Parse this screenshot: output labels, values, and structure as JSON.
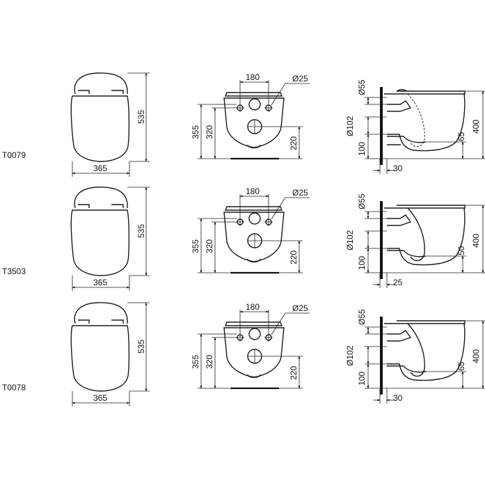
{
  "rows": [
    {
      "code": "T0079",
      "top_view": {
        "width": "365",
        "depth": "535"
      },
      "front_view": {
        "spacing": "180",
        "hole_diameter": "Ø25",
        "height_total": "355",
        "height_mid": "320",
        "height_outlet": "220"
      },
      "side_view": {
        "inlet": "Ø55",
        "outlet": "Ø102",
        "bottom": "100",
        "height": "400",
        "rim": "65",
        "wall_gap": "30"
      }
    },
    {
      "code": "T3503",
      "top_view": {
        "width": "365",
        "depth": "535"
      },
      "front_view": {
        "spacing": "180",
        "hole_diameter": "Ø25",
        "height_total": "355",
        "height_mid": "320",
        "height_outlet": "220"
      },
      "side_view": {
        "inlet": "Ø55",
        "outlet": "Ø102",
        "bottom": "100",
        "height": "400",
        "rim": "50",
        "wall_gap": "25"
      }
    },
    {
      "code": "T0078",
      "top_view": {
        "width": "365",
        "depth": "535"
      },
      "front_view": {
        "spacing": "180",
        "hole_diameter": "Ø25",
        "height_total": "355",
        "height_mid": "320",
        "height_outlet": "220"
      },
      "side_view": {
        "inlet": "Ø55",
        "outlet": "Ø102",
        "bottom": "100",
        "height": "400",
        "rim": "65",
        "wall_gap": "30"
      }
    }
  ]
}
